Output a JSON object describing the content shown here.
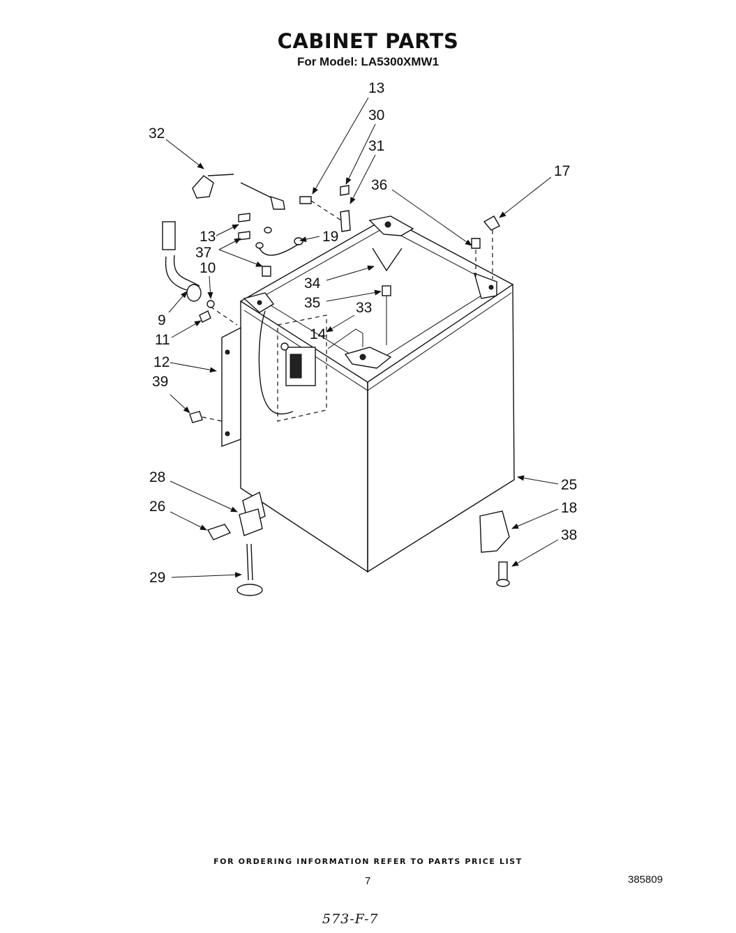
{
  "header": {
    "title": "CABINET PARTS",
    "model_line": "For Model: LA5300XMW1"
  },
  "callouts": [
    {
      "id": "c13a",
      "text": "13"
    },
    {
      "id": "c30",
      "text": "30"
    },
    {
      "id": "c31",
      "text": "31"
    },
    {
      "id": "c32",
      "text": "32"
    },
    {
      "id": "c17",
      "text": "17"
    },
    {
      "id": "c36",
      "text": "36"
    },
    {
      "id": "c13b",
      "text": "13"
    },
    {
      "id": "c19",
      "text": "19"
    },
    {
      "id": "c37",
      "text": "37"
    },
    {
      "id": "c10",
      "text": "10"
    },
    {
      "id": "c34",
      "text": "34"
    },
    {
      "id": "c35",
      "text": "35"
    },
    {
      "id": "c33",
      "text": "33"
    },
    {
      "id": "c14",
      "text": "14"
    },
    {
      "id": "c9",
      "text": "9"
    },
    {
      "id": "c11",
      "text": "11"
    },
    {
      "id": "c12",
      "text": "12"
    },
    {
      "id": "c39",
      "text": "39"
    },
    {
      "id": "c28",
      "text": "28"
    },
    {
      "id": "c25",
      "text": "25"
    },
    {
      "id": "c26",
      "text": "26"
    },
    {
      "id": "c18",
      "text": "18"
    },
    {
      "id": "c38",
      "text": "38"
    },
    {
      "id": "c29",
      "text": "29"
    }
  ],
  "footer": {
    "ordering_note": "FOR ORDERING INFORMATION REFER TO PARTS PRICE LIST",
    "page_number": "7",
    "document_number": "385809",
    "handwritten_note": "573-F-7"
  }
}
